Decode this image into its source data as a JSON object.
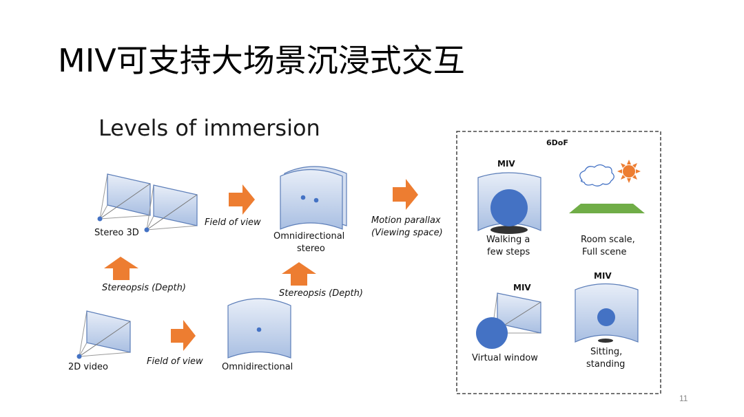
{
  "slide": {
    "title": "MIV可支持大场景沉浸式交互",
    "page_number": "11"
  },
  "diagram": {
    "heading": "Levels of immersion",
    "nodes": {
      "video_2d": "2D video",
      "stereo_3d": "Stereo 3D",
      "omnidirectional": "Omnidirectional",
      "omni_stereo_line1": "Omnidirectional",
      "omni_stereo_line2": "stereo"
    },
    "transitions": {
      "fov_bottom": "Field of view",
      "fov_top": "Field of view",
      "stereopsis_left": "Stereopsis (Depth)",
      "stereopsis_right": "Stereopsis (Depth)",
      "motion_line1": "Motion parallax",
      "motion_line2": "(Viewing space)"
    },
    "sixdof_box": {
      "title": "6DoF",
      "walking": {
        "badge": "MIV",
        "line1": "Walking a",
        "line2": "few steps"
      },
      "room": {
        "line1": "Room scale,",
        "line2": "Full scene"
      },
      "virtual_window": {
        "badge": "MIV",
        "label": "Virtual window"
      },
      "sitting": {
        "badge": "MIV",
        "line1": "Sitting,",
        "line2": "standing"
      }
    },
    "colors": {
      "arrow": "#ED7D31",
      "screen_fill_top": "#E8EEF8",
      "screen_fill_bottom": "#A9BFE2",
      "screen_stroke": "#5B7DB8",
      "viewer": "#4472C4",
      "ground": "#70AD47",
      "sun": "#ED7D31",
      "shadow": "#333333"
    }
  }
}
